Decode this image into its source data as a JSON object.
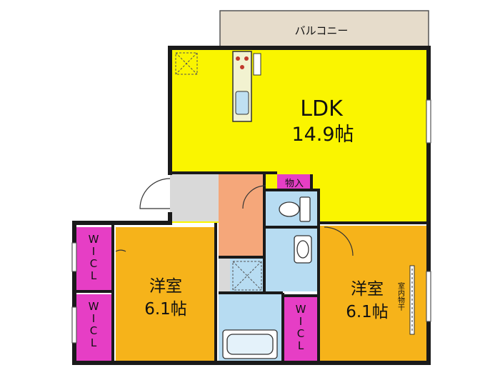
{
  "colors": {
    "ldk": "#FAF500",
    "bedroom": "#F6B31A",
    "walkin": "#E63EC5",
    "corridor": "#F5A77A",
    "entrance": "#D9D9D9",
    "wet": "#B7DCF2",
    "balcony": "#E6DCCB",
    "wall": "#1a1a1a"
  },
  "rooms": {
    "balcony": {
      "label": "バルコニー"
    },
    "ldk": {
      "name": "LDK",
      "size": "14.9帖"
    },
    "storage": {
      "label": "物入"
    },
    "bedroom_left": {
      "name": "洋室",
      "size": "6.1帖"
    },
    "bedroom_right": {
      "name": "洋室",
      "size": "6.1帖",
      "note": "室内物干"
    },
    "wic_1": {
      "label": "W\nI\nC\nL"
    },
    "wic_2": {
      "label": "W\nI\nC\nL"
    },
    "wic_3": {
      "label": "W\nI\nC\nL"
    }
  },
  "icons": [
    "refrigerator-space-icon",
    "kitchen-stove-icon",
    "kitchen-sink-icon",
    "toilet-icon",
    "washbasin-icon",
    "washing-machine-space-icon",
    "bathtub-icon",
    "door-swing-icon",
    "window-icon"
  ]
}
